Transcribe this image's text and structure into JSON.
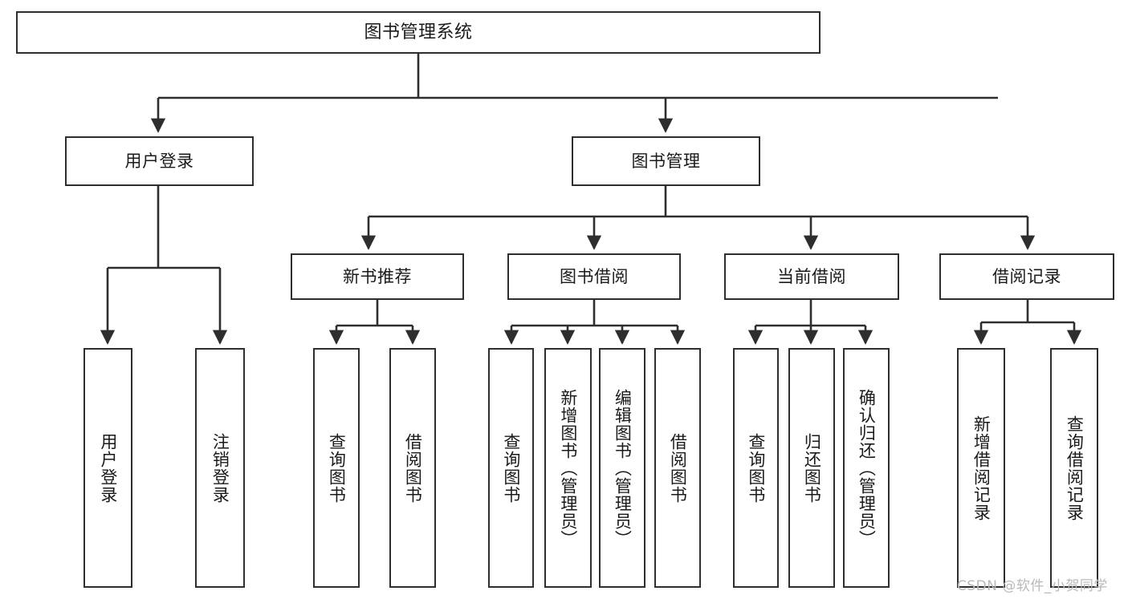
{
  "diagram": {
    "title": "图书管理系统",
    "type": "hierarchy-tree",
    "colors": {
      "box_border": "#2e2e2e",
      "box_fill": "#ffffff",
      "edge": "#2e2e2e",
      "text": "#1a1a1a",
      "watermark": "#b9b9b9",
      "background": "#ffffff"
    },
    "levels": {
      "root": "图书管理系统",
      "level2": [
        "用户登录",
        "图书管理"
      ],
      "level3": [
        "新书推荐",
        "图书借阅",
        "当前借阅",
        "借阅记录"
      ]
    }
  },
  "nodes": {
    "root": {
      "label": "图书管理系统"
    },
    "user_login": {
      "label": "用户登录"
    },
    "book_manage": {
      "label": "图书管理"
    },
    "new_book_rec": {
      "label": "新书推荐"
    },
    "book_borrow": {
      "label": "图书借阅"
    },
    "current_borrow": {
      "label": "当前借阅"
    },
    "borrow_record": {
      "label": "借阅记录"
    },
    "leaf_user_login": {
      "label": "用户登录"
    },
    "leaf_logout": {
      "label": "注销登录"
    },
    "leaf_query_book_a": {
      "label": "查询图书"
    },
    "leaf_borrow_book_a": {
      "label": "借阅图书"
    },
    "leaf_query_book_b": {
      "label": "查询图书"
    },
    "leaf_add_book": {
      "label": "新增图书（管理员）"
    },
    "leaf_edit_book": {
      "label": "编辑图书（管理员）"
    },
    "leaf_borrow_book_b": {
      "label": "借阅图书"
    },
    "leaf_query_book_c": {
      "label": "查询图书"
    },
    "leaf_return_book": {
      "label": "归还图书"
    },
    "leaf_confirm_return": {
      "label": "确认归还（管理员）"
    },
    "leaf_add_record": {
      "label": "新增借阅记录"
    },
    "leaf_query_record": {
      "label": "查询借阅记录"
    }
  },
  "watermark": {
    "text": "CSDN @软件_小贺同学"
  }
}
